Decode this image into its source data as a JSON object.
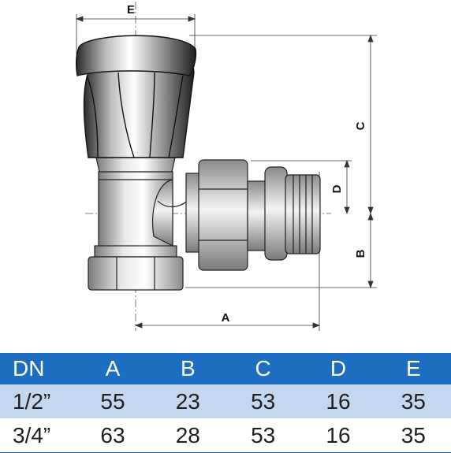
{
  "drawing": {
    "dimension_labels": {
      "E": "E",
      "C": "C",
      "D": "D",
      "B": "B",
      "A": "A"
    }
  },
  "table": {
    "headers": [
      "DN",
      "A",
      "B",
      "C",
      "D",
      "E"
    ],
    "rows": [
      [
        "1/2”",
        "55",
        "23",
        "53",
        "16",
        "35"
      ],
      [
        "3/4”",
        "63",
        "28",
        "53",
        "16",
        "35"
      ]
    ],
    "colors": {
      "header_bg": "#1d6ec1",
      "row_alt_bg": "#c3d8ef",
      "header_text": "#ffffff"
    }
  }
}
